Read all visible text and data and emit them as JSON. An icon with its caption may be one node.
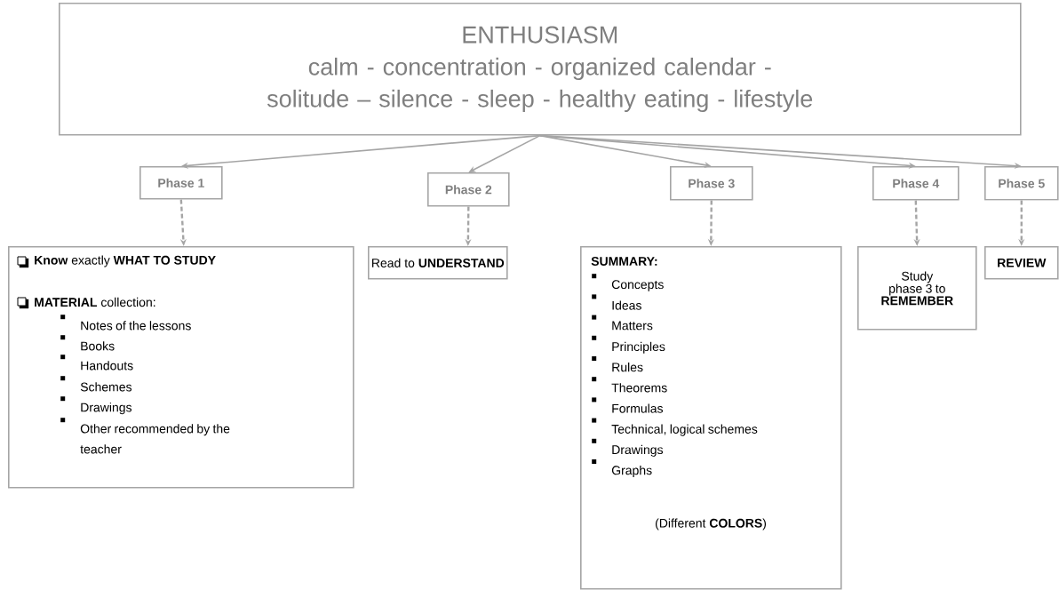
{
  "diagram": {
    "nodes": [
      {
        "text": [
          "ENTHUSIASM",
          "calm - concentration - organized calendar - solitude – silence - sleep - healthy eating - lifestyle"
        ]
      },
      {
        "text": [
          "Phase 1"
        ]
      },
      {
        "text": [
          "Phase 2"
        ]
      },
      {
        "text": [
          "Phase 3"
        ]
      },
      {
        "text": [
          "Phase 4"
        ]
      },
      {
        "text": [
          "Phase 5"
        ]
      },
      {
        "text": [
          "**Know** exactly **WHAT TO STUDY**",
          "**MATERIAL** collection:",
          "Notes of the lessons",
          "Books",
          "Handouts",
          "Schemes",
          "Drawings",
          "Other recommended by the teacher"
        ]
      },
      {
        "text": [
          "Read to **UNDERSTAND**"
        ]
      },
      {
        "text": [
          "SUMMARY:",
          "Concepts",
          "Ideas",
          "Matters",
          "Principles",
          "Rules",
          "Theorems",
          "Formulas",
          "Technical, logical schemes",
          "Drawings",
          "Graphs",
          "(Different **COLORS**)"
        ]
      },
      {
        "text": [
          "Study phase 3 to **REMEMBER**"
        ]
      },
      {
        "text": [
          "REVIEW"
        ]
      }
    ],
    "edges": [
      {
        "from": 0,
        "to": 1,
        "arrow": "to"
      },
      {
        "from": 0,
        "to": 2,
        "arrow": "to"
      },
      {
        "from": 0,
        "to": 3,
        "arrow": "to"
      },
      {
        "from": 0,
        "to": 4,
        "arrow": "to"
      },
      {
        "from": 0,
        "to": 5,
        "arrow": "to"
      },
      {
        "from": 1,
        "to": 6,
        "arrow": "to",
        "style": "dashed"
      },
      {
        "from": 2,
        "to": 7,
        "arrow": "to",
        "style": "dashed"
      },
      {
        "from": 3,
        "to": 8,
        "arrow": "to",
        "style": "dashed"
      },
      {
        "from": 4,
        "to": 9,
        "arrow": "to",
        "style": "dashed"
      },
      {
        "from": 5,
        "to": 10,
        "arrow": "to",
        "style": "dashed"
      }
    ]
  }
}
